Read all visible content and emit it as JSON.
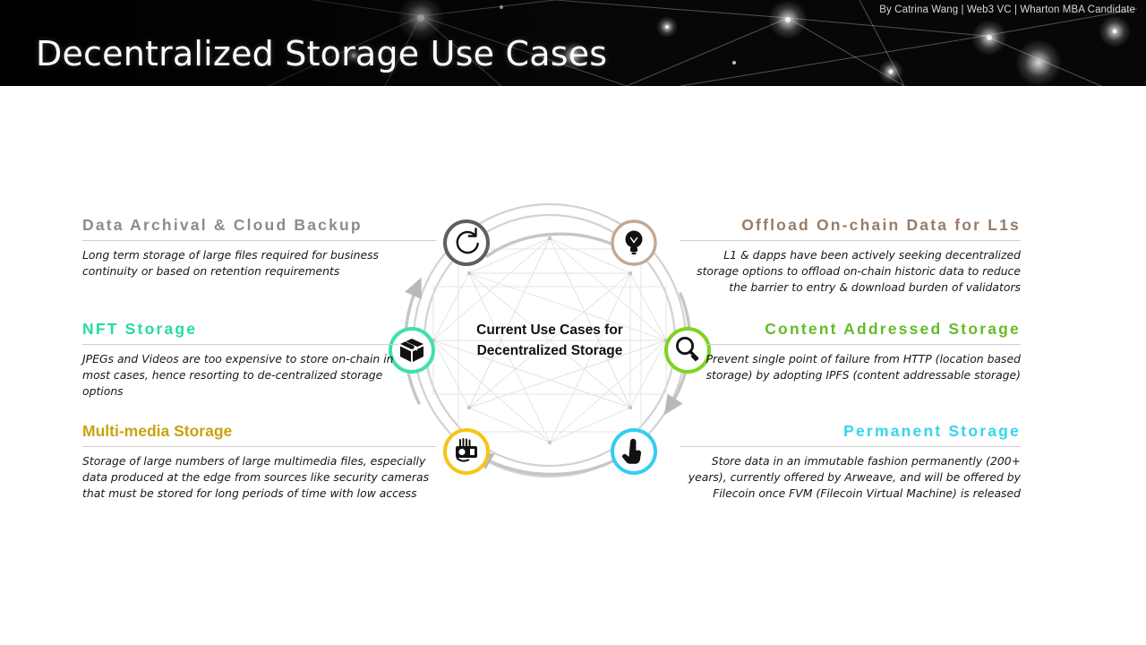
{
  "banner": {
    "title": "Decentralized Storage Use Cases",
    "byline": "By Catrina Wang | Web3 VC | Wharton MBA Candidate",
    "bg_color": "#050505",
    "title_color": "#ffffff"
  },
  "center": {
    "line1": "Current Use Cases for",
    "line2": "Decentralized Storage",
    "text_color": "#111111",
    "ring_color": "#c9c9c9"
  },
  "blocks": [
    {
      "id": "archival",
      "heading": "Data Archival & Cloud Backup",
      "color": "#8c8c8c",
      "letter_spacing": true,
      "align": "left",
      "body": "Long term storage of large files required for business continuity or based on retention requirements",
      "icon": "refresh-icon",
      "icon_ring": "#5e5e5e"
    },
    {
      "id": "nft",
      "heading": "NFT Storage",
      "color": "#22dd9b",
      "letter_spacing": true,
      "align": "left",
      "body": "JPEGs and Videos are too expensive to store on-chain in most cases, hence resorting to de-centralized storage options",
      "icon": "package-box-icon",
      "icon_ring": "#3fe0ac"
    },
    {
      "id": "multi",
      "heading": "Multi-media Storage",
      "color": "#c7a30d",
      "letter_spacing": false,
      "align": "left",
      "body": "Storage of large numbers of large multimedia files, especially data produced at the edge from sources like security cameras that must be stored for long periods of time with low access",
      "icon": "security-camera-icon",
      "icon_ring": "#f5c518"
    },
    {
      "id": "offload",
      "heading": "Offload On-chain Data for L1s",
      "color": "#9a7b68",
      "letter_spacing": true,
      "align": "right",
      "body": "L1 & dapps have been actively seeking decentralized storage options to offload on-chain historic data to reduce the barrier to entry & download burden of validators",
      "icon": "lightbulb-icon",
      "icon_ring": "#c3a995"
    },
    {
      "id": "content",
      "heading": "Content Addressed Storage",
      "color": "#64bb28",
      "letter_spacing": true,
      "align": "right",
      "body": "Prevent single point of failure from HTTP (location based storage) by adopting IPFS (content addressable storage)",
      "icon": "magnifier-icon",
      "icon_ring": "#7ed321"
    },
    {
      "id": "perm",
      "heading": "Permanent Storage",
      "color": "#35d4f0",
      "letter_spacing": true,
      "align": "right",
      "body": "Store data in an immutable fashion permanently (200+ years), currently offered by Arweave, and will be offered by Filecoin once FVM (Filecoin Virtual Machine) is released",
      "icon": "pointing-hand-icon",
      "icon_ring": "#35cdf0"
    }
  ]
}
